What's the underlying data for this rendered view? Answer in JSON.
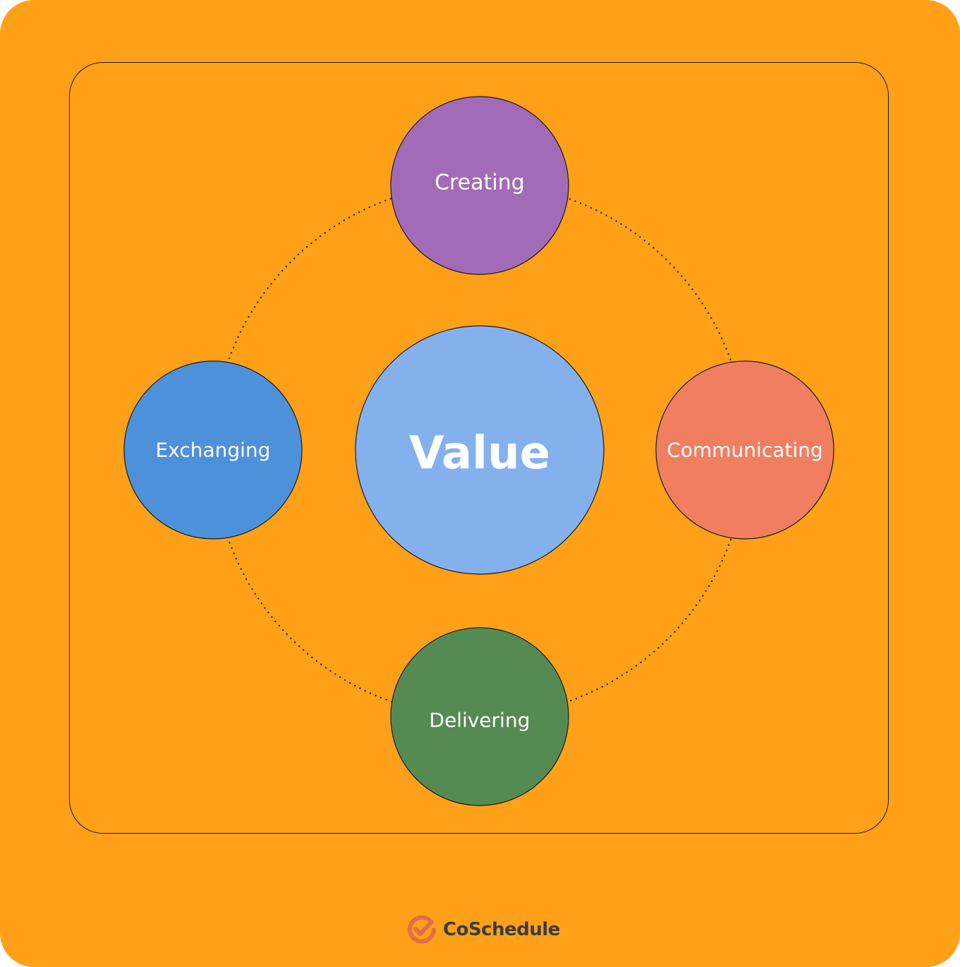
{
  "colors": {
    "background": "#FFA019",
    "creating": "#A26BB7",
    "communicating": "#F07F61",
    "delivering": "#558B53",
    "exchanging": "#4E91DB",
    "value": "#84B1EE",
    "logo_mark": "#E26E4A",
    "logo_text": "#3C3C3C"
  },
  "diagram": {
    "center": {
      "label": "Value"
    },
    "nodes": [
      {
        "id": "creating",
        "label": "Creating",
        "icon": ""
      },
      {
        "id": "communicating",
        "label": "Communicating"
      },
      {
        "id": "delivering",
        "label": "Delivering"
      },
      {
        "id": "exchanging",
        "label": "Exchanging"
      }
    ],
    "connector_style": "dotted-circle"
  },
  "footer": {
    "logo_text": "CoSchedule",
    "logo_icon": "check-mark-icon"
  }
}
